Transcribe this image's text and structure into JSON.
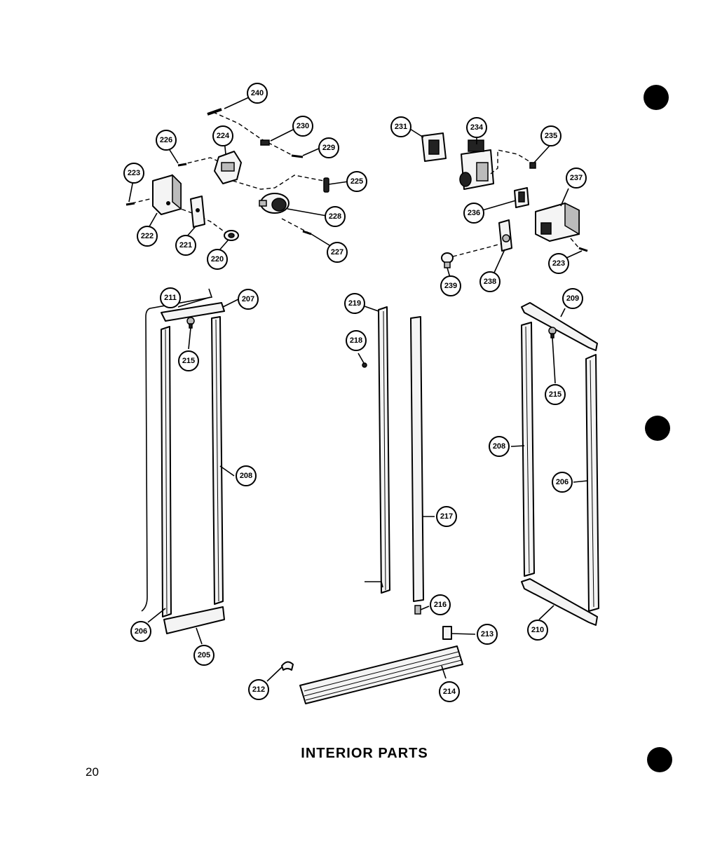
{
  "title": "INTERIOR PARTS",
  "page_number": "20",
  "callouts": {
    "c240": "240",
    "c230": "230",
    "c226": "226",
    "c224": "224",
    "c229": "229",
    "c223a": "223",
    "c225": "225",
    "c222": "222",
    "c221": "221",
    "c220": "220",
    "c228": "228",
    "c227": "227",
    "c231": "231",
    "c234": "234",
    "c235": "235",
    "c237": "237",
    "c236": "236",
    "c223b": "223",
    "c239": "239",
    "c238": "238",
    "c211": "211",
    "c207": "207",
    "c215a": "215",
    "c208a": "208",
    "c206a": "206",
    "c205": "205",
    "c219": "219",
    "c218": "218",
    "c217": "217",
    "c216": "216",
    "c213": "213",
    "c212": "212",
    "c214": "214",
    "c209": "209",
    "c215b": "215",
    "c208b": "208",
    "c206b": "206",
    "c210": "210"
  }
}
